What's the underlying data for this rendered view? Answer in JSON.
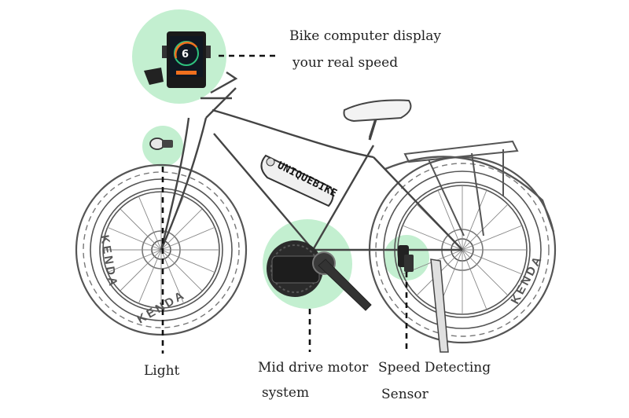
{
  "labels": {
    "display_line1": "Bike computer display",
    "display_line2": "your real speed",
    "light": "Light",
    "motor_line1": "Mid drive motor",
    "motor_line2": "system",
    "sensor_line1": "Speed Detecting",
    "sensor_line2": "Sensor"
  },
  "battery_brand": "UNIQUEBIKE",
  "tyre_brand": "KENDA",
  "display_speed": "6",
  "colors": {
    "highlight": "#b9ecc8",
    "line": "#222222",
    "sketch": "#555555",
    "display_accent": "#f0701e",
    "display_green": "#2ec27e"
  }
}
